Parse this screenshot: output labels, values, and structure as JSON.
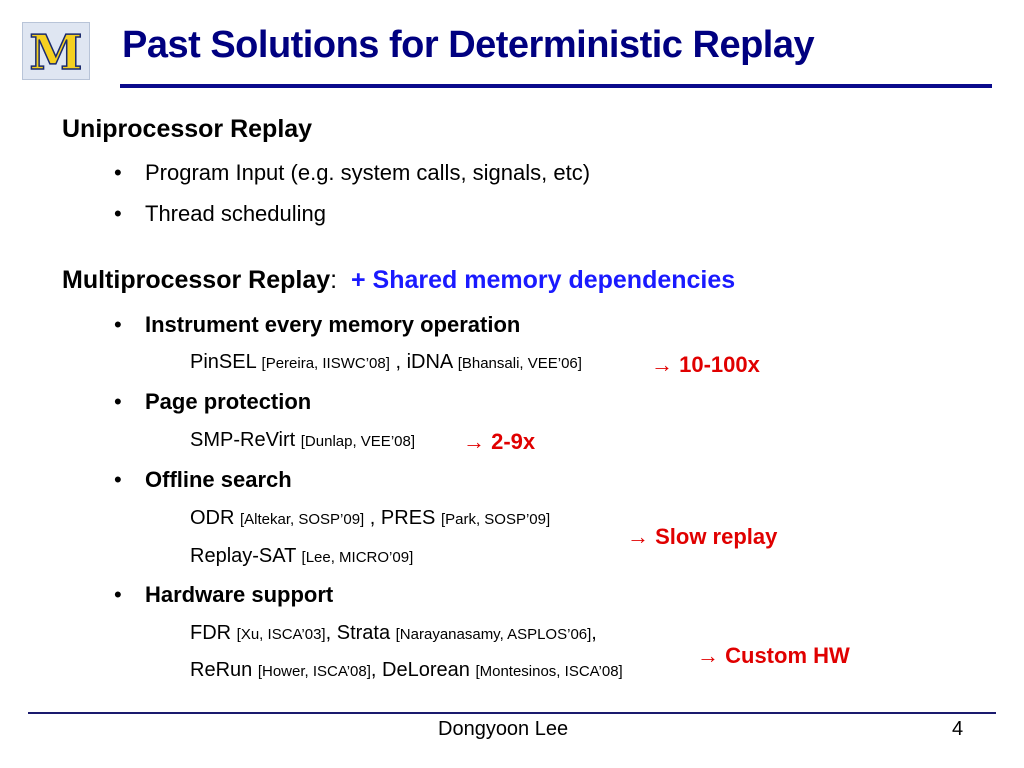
{
  "slide": {
    "title": "Past Solutions for Deterministic Replay",
    "logo_text": "M",
    "colors": {
      "title": "#000080",
      "accent": "#1a1aff",
      "note": "#e00000",
      "logo": "#f5d020"
    }
  },
  "uniprocessor": {
    "heading": "Uniprocessor Replay",
    "bullets": [
      "Program Input (e.g. system calls, signals, etc)",
      "Thread scheduling"
    ]
  },
  "multiprocessor": {
    "heading": "Multiprocessor Replay",
    "colon": ":",
    "highlight": "+ Shared memory dependencies",
    "sections": [
      {
        "bullet": "Instrument every memory operation",
        "lines": [
          {
            "parts": [
              {
                "t": "PinSEL ",
                "cite": false
              },
              {
                "t": "[Pereira,  IISWC’08]",
                "cite": true
              },
              {
                "t": " , iDNA ",
                "cite": false
              },
              {
                "t": "[Bhansali, VEE’06]",
                "cite": true
              }
            ]
          }
        ],
        "note": "→ 10-100x"
      },
      {
        "bullet": "Page protection",
        "lines": [
          {
            "parts": [
              {
                "t": "SMP-ReVirt ",
                "cite": false
              },
              {
                "t": "[Dunlap, VEE’08]",
                "cite": true
              }
            ]
          }
        ],
        "note": "→ 2-9x"
      },
      {
        "bullet": "Offline search",
        "lines": [
          {
            "parts": [
              {
                "t": "ODR ",
                "cite": false
              },
              {
                "t": "[Altekar, SOSP’09]",
                "cite": true
              },
              {
                "t": " , PRES ",
                "cite": false
              },
              {
                "t": "[Park, SOSP’09]",
                "cite": true
              }
            ]
          },
          {
            "parts": [
              {
                "t": "Replay-SAT ",
                "cite": false
              },
              {
                "t": "[Lee, MICRO’09]",
                "cite": true
              }
            ]
          }
        ],
        "note": "→ Slow replay"
      },
      {
        "bullet": "Hardware support",
        "lines": [
          {
            "parts": [
              {
                "t": "FDR ",
                "cite": false
              },
              {
                "t": "[Xu, ISCA’03]",
                "cite": true
              },
              {
                "t": ", Strata ",
                "cite": false
              },
              {
                "t": "[Narayanasamy, ASPLOS’06]",
                "cite": true
              },
              {
                "t": ",",
                "cite": false
              }
            ]
          },
          {
            "parts": [
              {
                "t": "ReRun ",
                "cite": false
              },
              {
                "t": "[Hower, ISCA’08]",
                "cite": true
              },
              {
                "t": ", DeLorean ",
                "cite": false
              },
              {
                "t": "[Montesinos, ISCA’08]",
                "cite": true
              }
            ]
          }
        ],
        "note": "→ Custom HW"
      }
    ]
  },
  "footer": {
    "author": "Dongyoon Lee",
    "page": "4"
  }
}
